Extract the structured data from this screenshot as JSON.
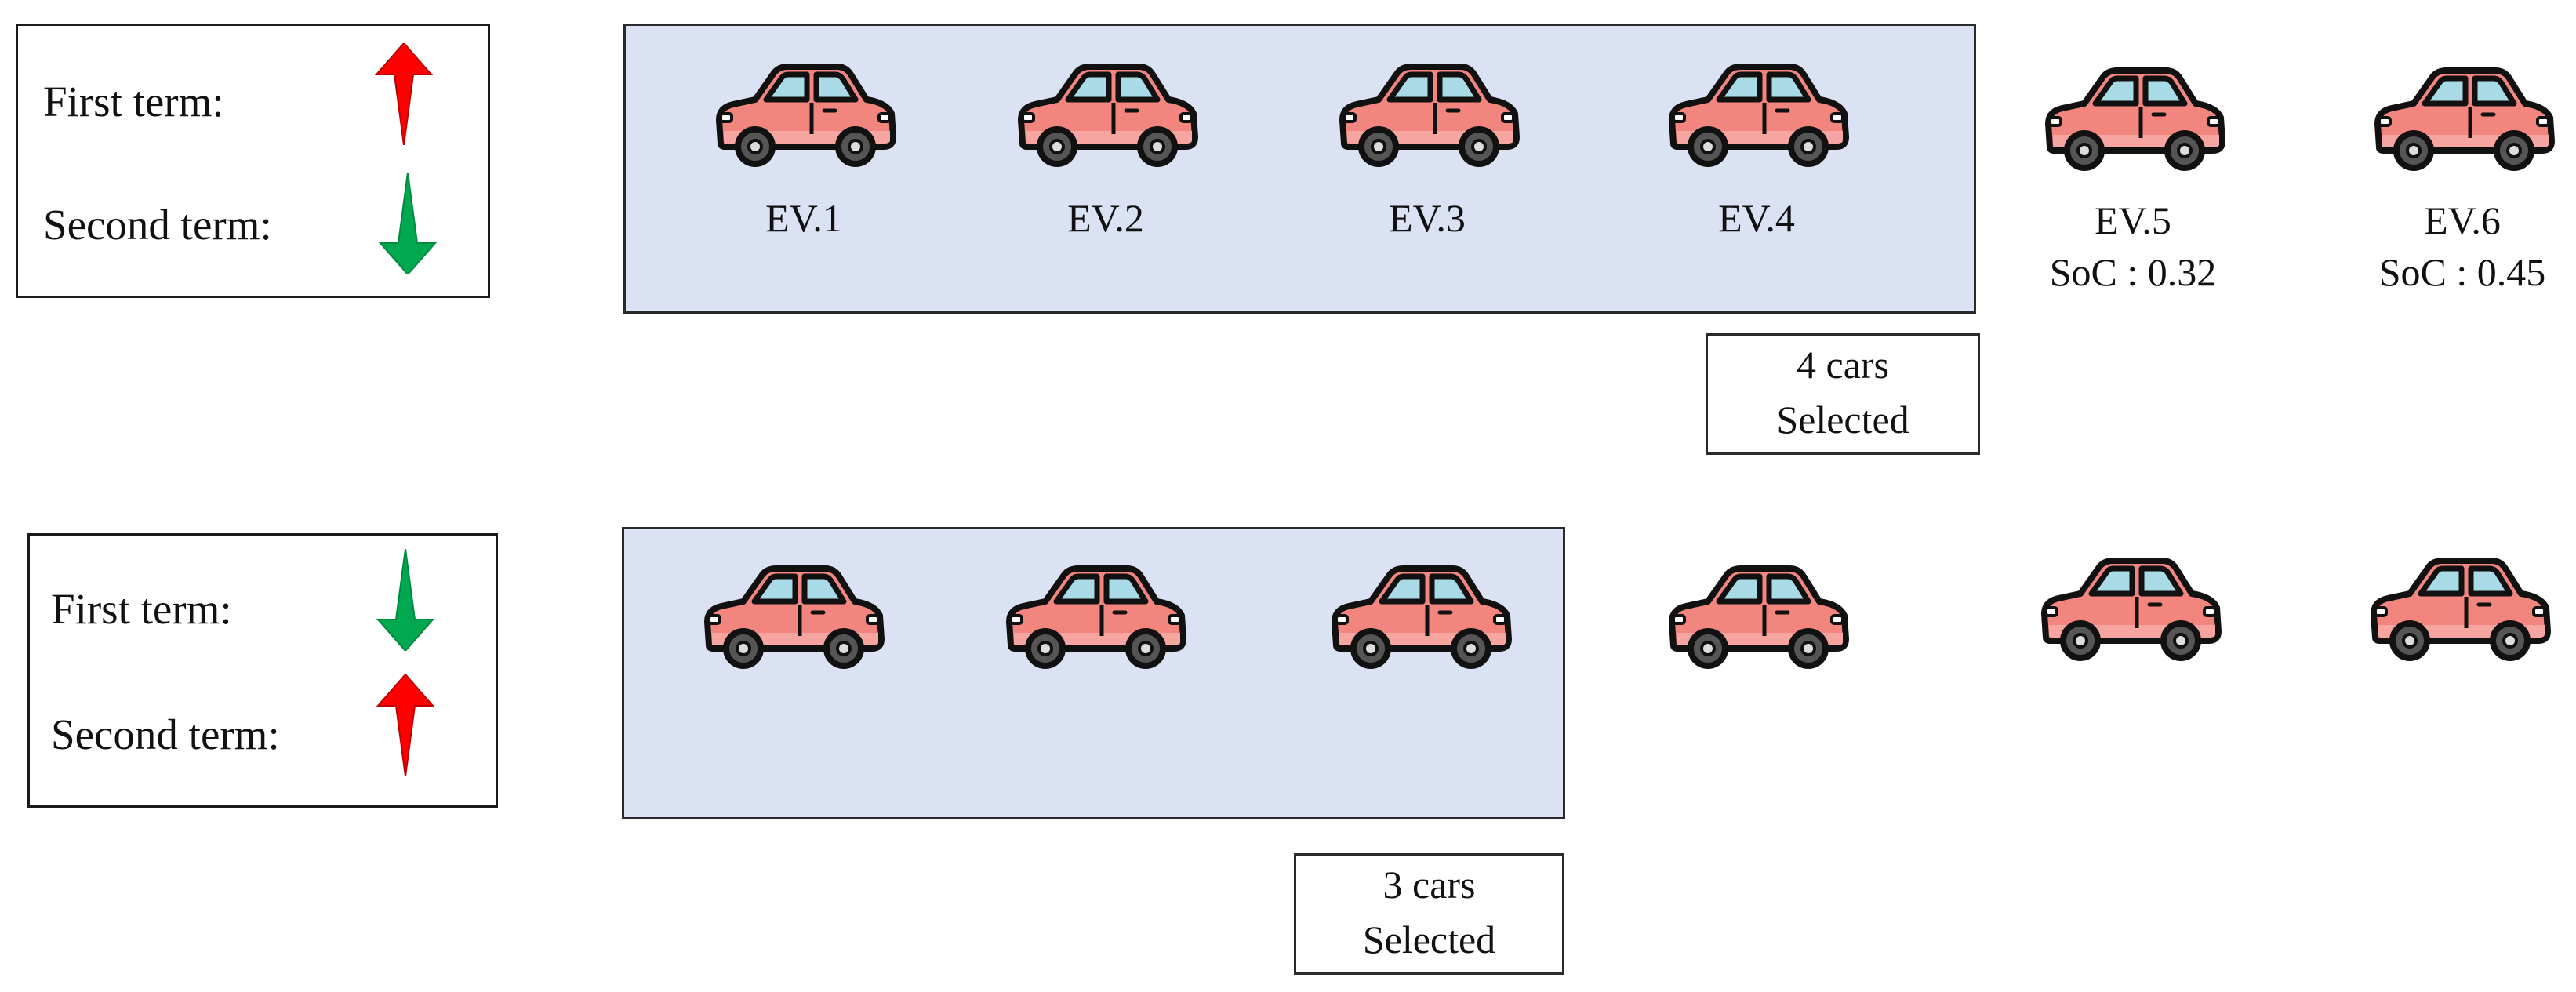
{
  "colors": {
    "car_body": "#f3857f",
    "car_body_light": "#f7a5a0",
    "window": "#a9dbe6",
    "outline": "#111111",
    "arrow_up": "#ff0000",
    "arrow_down": "#00a84f",
    "selection_fill": "#dbe2f4"
  },
  "scenarios": [
    {
      "legend": {
        "first_term": "First term:",
        "first_arrow": "up",
        "second_term": "Second term:",
        "second_arrow": "down"
      },
      "cars": [
        {
          "label": "EV.1",
          "soc": "",
          "selected": true
        },
        {
          "label": "EV.2",
          "soc": "",
          "selected": true
        },
        {
          "label": "EV.3",
          "soc": "",
          "selected": true
        },
        {
          "label": "EV.4",
          "soc": "",
          "selected": true
        },
        {
          "label": "EV.5",
          "soc": "SoC : 0.32",
          "selected": false
        },
        {
          "label": "EV.6",
          "soc": "SoC : 0.45",
          "selected": false
        }
      ],
      "selected_count": "4 cars",
      "selected_word": "Selected"
    },
    {
      "legend": {
        "first_term": "First term:",
        "first_arrow": "down",
        "second_term": "Second term:",
        "second_arrow": "up"
      },
      "cars": [
        {
          "label": "",
          "soc": "",
          "selected": true
        },
        {
          "label": "",
          "soc": "",
          "selected": true
        },
        {
          "label": "",
          "soc": "",
          "selected": true
        },
        {
          "label": "",
          "soc": "",
          "selected": false
        },
        {
          "label": "",
          "soc": "",
          "selected": false
        },
        {
          "label": "",
          "soc": "",
          "selected": false
        }
      ],
      "selected_count": "3 cars",
      "selected_word": "Selected"
    }
  ]
}
